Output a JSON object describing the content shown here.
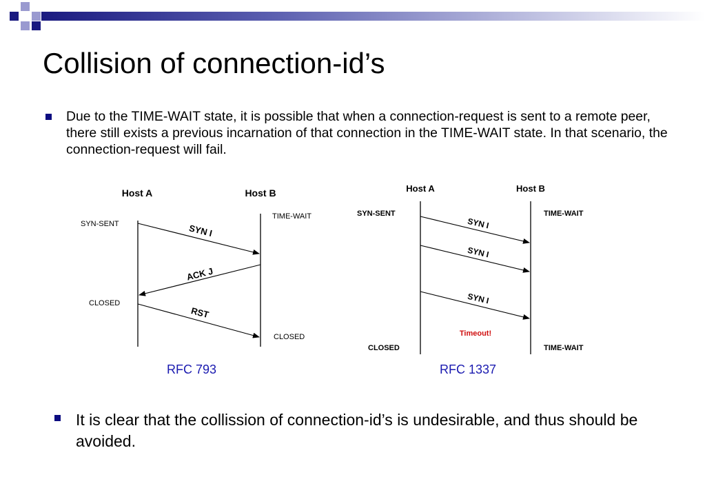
{
  "slide": {
    "title": "Collision of connection-id’s",
    "bullets": [
      "Due to the TIME-WAIT state, it is possible that when a connection-request is sent to a remote peer, there still exists a previous incarnation of that connection in the TIME-WAIT state. In that scenario, the connection-request will fail.",
      "It is clear that the collission of connection-id’s is undesirable, and thus should be avoided."
    ]
  },
  "diagram_left": {
    "host_a": "Host A",
    "host_b": "Host B",
    "state_a1": "SYN-SENT",
    "state_b1": "TIME-WAIT",
    "state_a2": "CLOSED",
    "state_b2": "CLOSED",
    "msg1": "SYN I",
    "msg2": "ACK J",
    "msg3": "RST",
    "caption": "RFC 793"
  },
  "diagram_right": {
    "host_a": "Host A",
    "host_b": "Host B",
    "state_a1": "SYN-SENT",
    "state_b1": "TIME-WAIT",
    "state_a2": "CLOSED",
    "state_b2": "TIME-WAIT",
    "msg1": "SYN I",
    "msg2": "SYN I",
    "msg3": "SYN I",
    "timeout": "Timeout!",
    "caption": "RFC 1337"
  },
  "colors": {
    "bullet": "#0c0c80",
    "caption": "#1a1ab0",
    "timeout": "#d01010",
    "header_dark": "#1a1a80",
    "header_light": "#9a9ad0"
  }
}
